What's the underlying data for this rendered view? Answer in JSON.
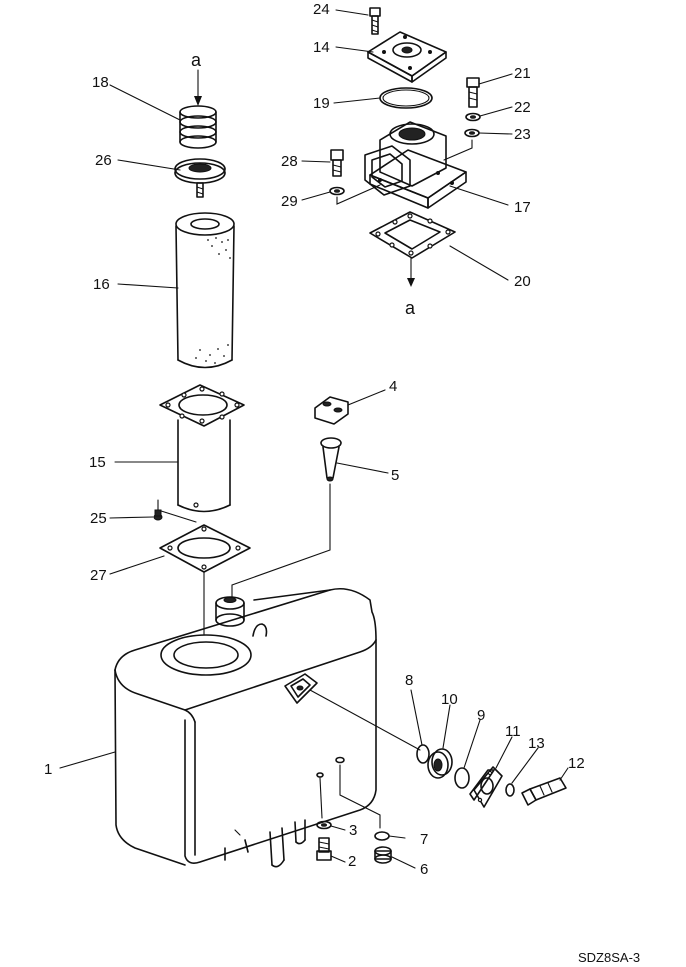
{
  "diagram": {
    "view_markers": [
      "a",
      "a"
    ],
    "part_numbers": [
      "1",
      "2",
      "3",
      "4",
      "5",
      "6",
      "7",
      "8",
      "9",
      "10",
      "11",
      "12",
      "13",
      "14",
      "15",
      "16",
      "17",
      "18",
      "19",
      "20",
      "21",
      "22",
      "23",
      "24",
      "25",
      "26",
      "27",
      "28",
      "29"
    ],
    "drawing_code": "SDZ8SA-3"
  }
}
